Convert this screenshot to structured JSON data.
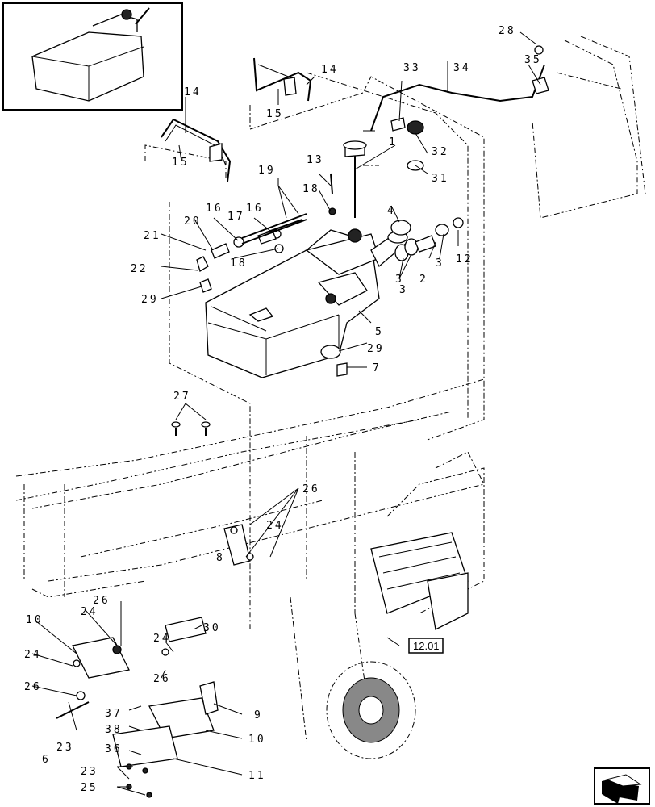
{
  "callouts": [
    "1",
    "2",
    "3",
    "3",
    "3",
    "4",
    "5",
    "6",
    "7",
    "8",
    "9",
    "10",
    "10",
    "11",
    "12",
    "13",
    "14",
    "14",
    "15",
    "15",
    "16",
    "16",
    "17",
    "18",
    "18",
    "19",
    "20",
    "21",
    "22",
    "23",
    "23",
    "24",
    "24",
    "24",
    "24",
    "25",
    "26",
    "26",
    "26",
    "26",
    "27",
    "28",
    "29",
    "29",
    "30",
    "31",
    "32",
    "33",
    "34",
    "35",
    "36",
    "37",
    "38"
  ],
  "reference_box": {
    "label": "12.01"
  },
  "inset": {
    "name": "tank-overview-thumbnail"
  },
  "nav": {
    "name": "next-page-arrow"
  }
}
